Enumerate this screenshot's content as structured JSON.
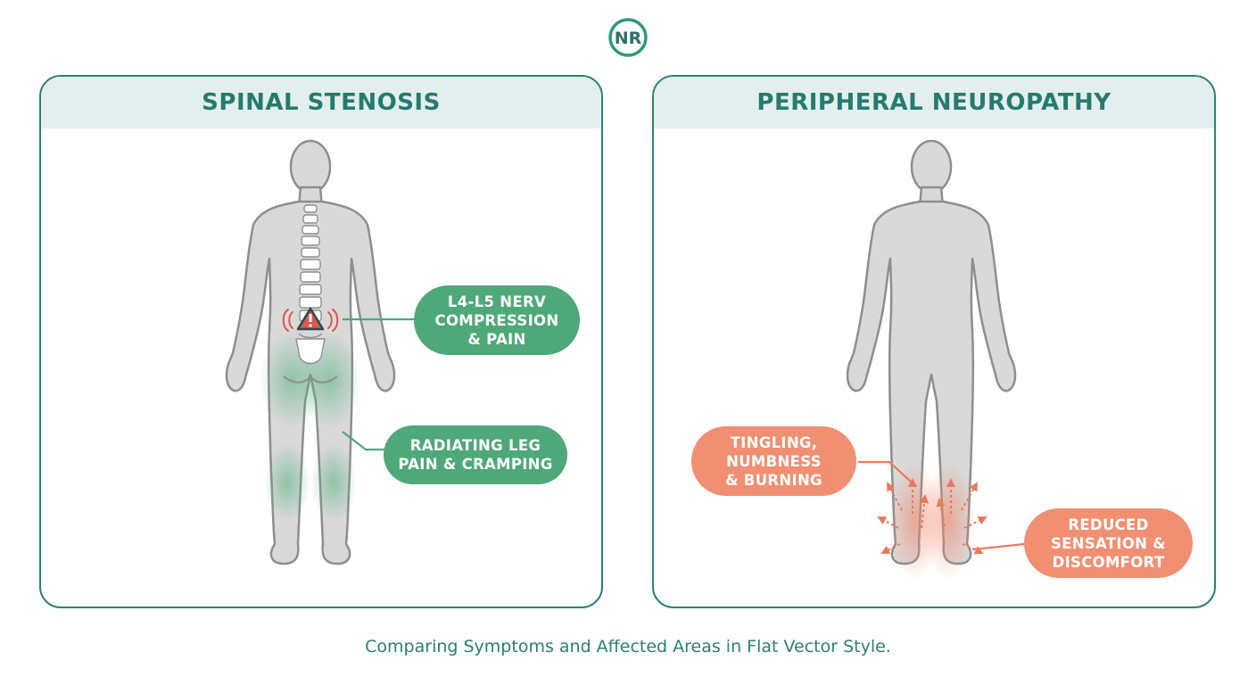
{
  "logo": {
    "text": "NR",
    "color": "#2f9a7a"
  },
  "colors": {
    "panel_border": "#2f7f79",
    "header_bg": "#e2efed",
    "title": "#267a6f",
    "body": "#d9d9d9",
    "body_outline": "#8e8e8e",
    "green": "#4ea879",
    "orange": "#f08f72",
    "alert_red": "#e0564a"
  },
  "panels": {
    "left": {
      "title": "SPINAL STENOSIS",
      "labels": {
        "compression": "L4-L5 NERV\nCOMPRESSION\n& PAIN",
        "radiating": "RADIATING LEG\nPAIN & CRAMPING"
      },
      "alert_icon": "warning-triangle-icon"
    },
    "right": {
      "title": "PERIPHERAL NEUROPATHY",
      "labels": {
        "tingling": "TINGLING,\nNUMBNESS\n& BURNING",
        "reduced": "REDUCED\nSENSATION &\nDISCOMFORT"
      }
    }
  },
  "caption": "Comparing Symptoms and Affected Areas in Flat Vector Style."
}
